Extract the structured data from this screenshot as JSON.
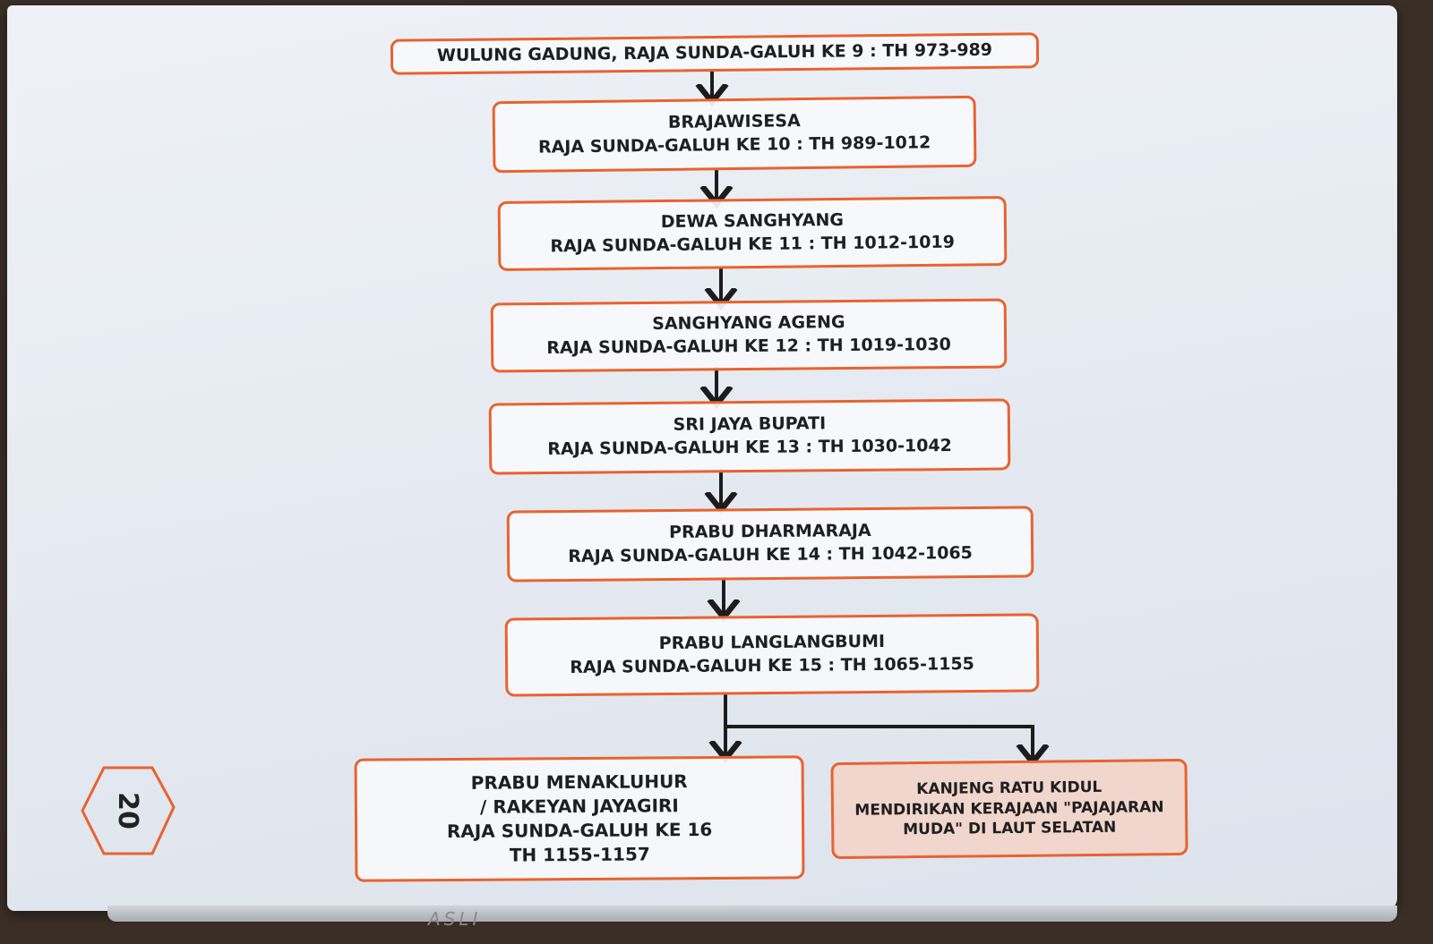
{
  "page_number": "20",
  "handwriting": "ASLI",
  "colors": {
    "border": "#e8632e",
    "arrow": "#1c1c1c",
    "highlight_fill": "#f0d6cc"
  },
  "nodes": [
    {
      "lines": [
        "WULUNG GADUNG, RAJA SUNDA-GALUH KE 9 : TH 973-989"
      ]
    },
    {
      "lines": [
        "BRAJAWISESA",
        "RAJA SUNDA-GALUH KE 10 : TH 989-1012"
      ]
    },
    {
      "lines": [
        "DEWA SANGHYANG",
        "RAJA SUNDA-GALUH KE 11 : TH 1012-1019"
      ]
    },
    {
      "lines": [
        "SANGHYANG AGENG",
        "RAJA SUNDA-GALUH KE 12 : TH 1019-1030"
      ]
    },
    {
      "lines": [
        "SRI JAYA BUPATI",
        "RAJA SUNDA-GALUH KE 13 : TH 1030-1042"
      ]
    },
    {
      "lines": [
        "PRABU DHARMARAJA",
        "RAJA SUNDA-GALUH KE 14 : TH 1042-1065"
      ]
    },
    {
      "lines": [
        "PRABU LANGLANGBUMI",
        "RAJA SUNDA-GALUH KE 15 : TH 1065-1155"
      ]
    },
    {
      "lines": [
        "PRABU MENAKLUHUR",
        "/ RAKEYAN JAYAGIRI",
        "RAJA SUNDA-GALUH KE 16",
        "TH 1155-1157"
      ]
    },
    {
      "lines": [
        "KANJENG RATU KIDUL",
        "MENDIRIKAN KERAJAAN \"PAJAJARAN",
        "MUDA\" DI LAUT SELATAN"
      ]
    }
  ]
}
